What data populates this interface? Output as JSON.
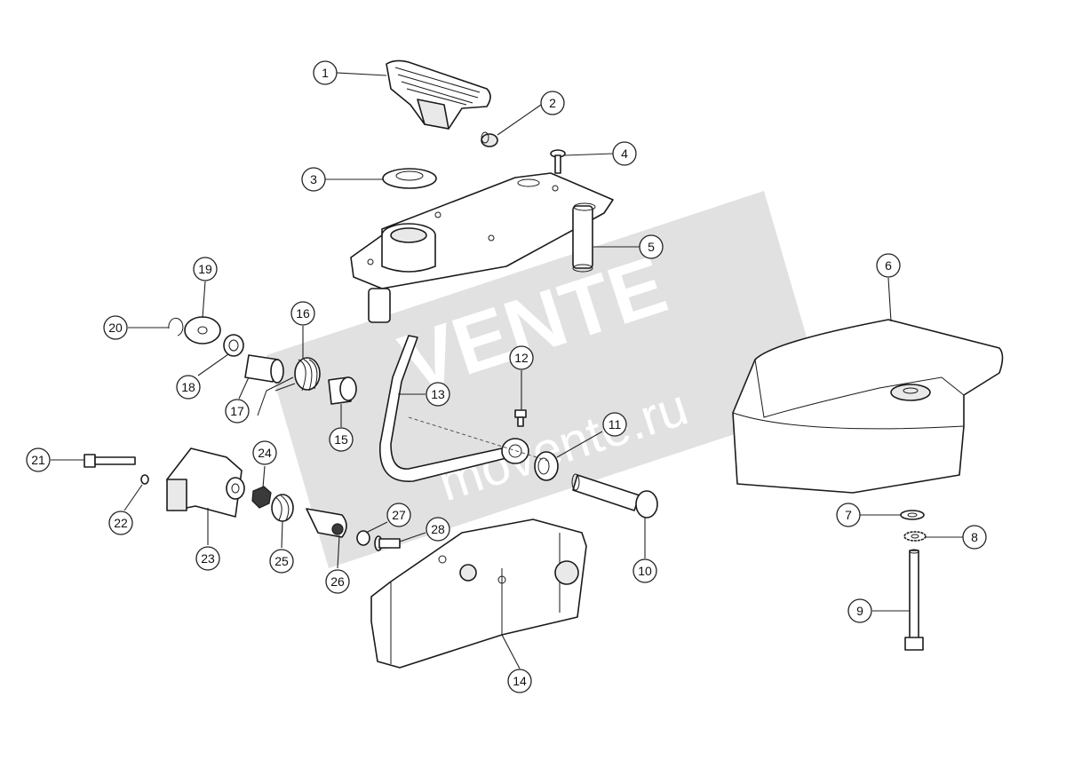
{
  "watermark": {
    "brand": "VENTE",
    "url": "movente.ru",
    "color": "#cfcfcf"
  },
  "callouts": [
    {
      "label": "1"
    },
    {
      "label": "2"
    },
    {
      "label": "3"
    },
    {
      "label": "4"
    },
    {
      "label": "5"
    },
    {
      "label": "6"
    },
    {
      "label": "7"
    },
    {
      "label": "8"
    },
    {
      "label": "9"
    },
    {
      "label": "10"
    },
    {
      "label": "11"
    },
    {
      "label": "12"
    },
    {
      "label": "13"
    },
    {
      "label": "14"
    },
    {
      "label": "15"
    },
    {
      "label": "16"
    },
    {
      "label": "17"
    },
    {
      "label": "18"
    },
    {
      "label": "19"
    },
    {
      "label": "20"
    },
    {
      "label": "21"
    },
    {
      "label": "22"
    },
    {
      "label": "23"
    },
    {
      "label": "24"
    },
    {
      "label": "25"
    },
    {
      "label": "26"
    },
    {
      "label": "27"
    },
    {
      "label": "28"
    }
  ]
}
